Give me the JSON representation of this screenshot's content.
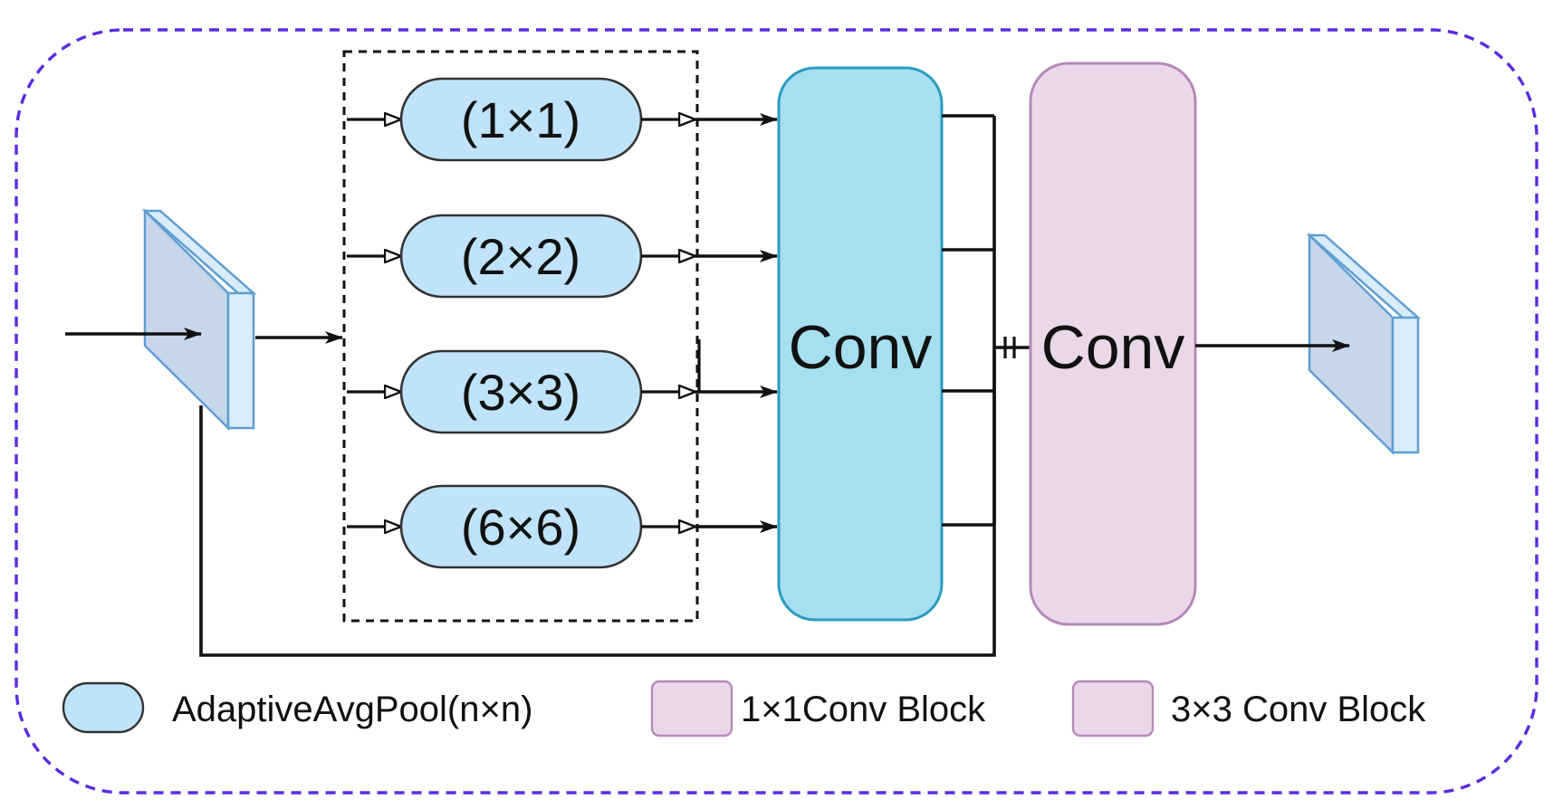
{
  "pool_blocks": [
    {
      "label": "(1×1)"
    },
    {
      "label": "(2×2)"
    },
    {
      "label": "(3×3)"
    },
    {
      "label": "(6×6)"
    }
  ],
  "blocks": {
    "conv_1x1_label": "Conv",
    "conv_3x3_label": "Conv"
  },
  "legend": {
    "pool_label": "AdaptiveAvgPool(n×n)",
    "conv1x1_label": "1×1Conv Block",
    "conv3x3_label": "3×3 Conv Block"
  },
  "colors": {
    "frame_border": "#5b2be0",
    "pool_fill": "#bfe3fb",
    "conv1_fill": "#a6dff0",
    "conv1_border": "#2a9cc0",
    "conv3_fill": "#ead8ea",
    "conv3_border": "#b48ab8",
    "tensor_front": "#c7d6ea",
    "tensor_side": "#d9ecfa",
    "tensor_border": "#5f9fd2"
  }
}
